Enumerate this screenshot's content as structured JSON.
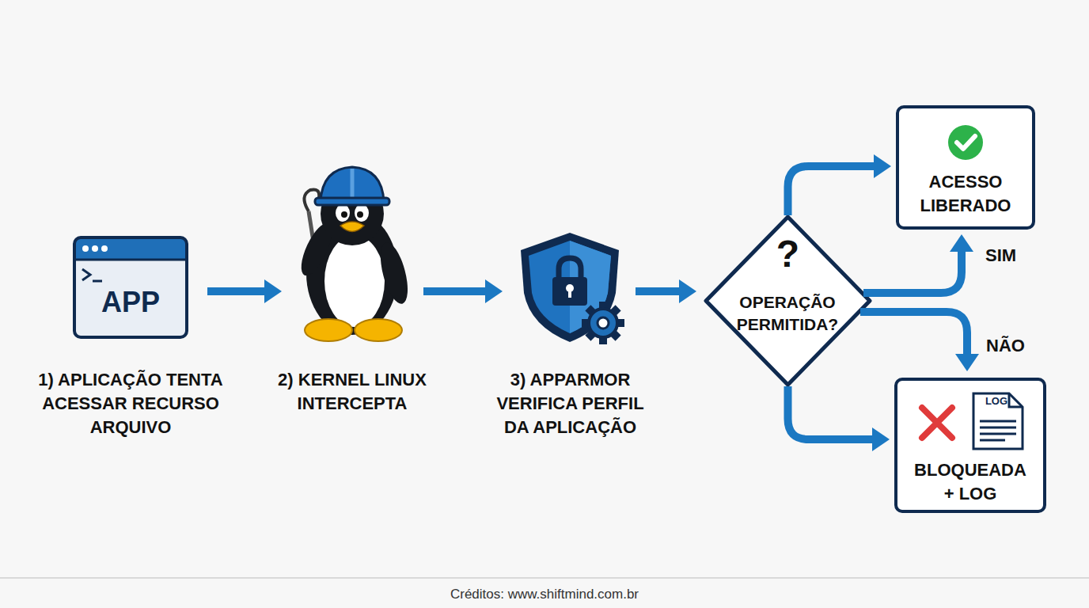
{
  "diagram": {
    "nodes": [
      {
        "text": [
          "APP",
          "1) APLICAÇÃO TENTA ACESSAR RECURSO ARQUIVO"
        ]
      },
      {
        "text": [
          "2) KERNEL LINUX INTERCEPTA"
        ]
      },
      {
        "text": [
          "3) APPARMOR VERIFICA PERFIL DA APLICAÇÃO"
        ]
      },
      {
        "text": [
          "?",
          "OPERAÇÃO PERMITIDA?"
        ]
      },
      {
        "text": [
          "ACESSO LIBERADO"
        ]
      },
      {
        "text": [
          "LOG",
          "BLOQUEADA + LOG"
        ]
      }
    ],
    "edges": [
      {
        "from": 0,
        "to": 1,
        "arrow": "to"
      },
      {
        "from": 1,
        "to": 2,
        "arrow": "to"
      },
      {
        "from": 2,
        "to": 3,
        "arrow": "to"
      },
      {
        "from": 3,
        "to": 4,
        "arrow": "to"
      },
      {
        "from": 3,
        "to": 4,
        "label": "SIM",
        "arrow": "to"
      },
      {
        "from": 3,
        "to": 5,
        "label": "NÃO",
        "arrow": "to"
      },
      {
        "from": 3,
        "to": 5,
        "arrow": "to"
      }
    ],
    "labels": [
      "Créditos: www.shiftmind.com.br"
    ]
  }
}
